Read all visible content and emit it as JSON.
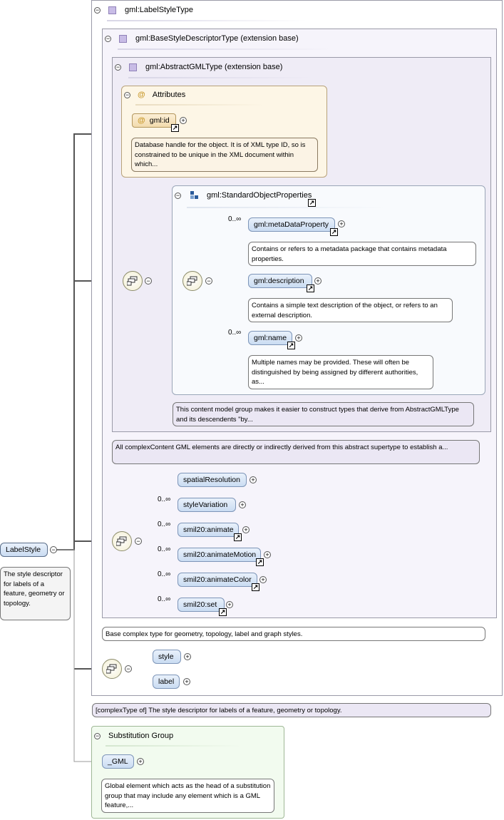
{
  "root": {
    "element_label": "LabelStyle",
    "element_doc": "The style descriptor for labels of a feature, geometry or topology."
  },
  "type_frame": {
    "title": "gml:LabelStyleType",
    "doc": "[complexType of] The style descriptor for labels of a feature, geometry or topology."
  },
  "base_frame": {
    "title": "gml:BaseStyleDescriptorType (extension base)",
    "doc": "Base complex type for geometry, topology, label and graph styles."
  },
  "abstract_frame": {
    "title": "gml:AbstractGMLType (extension base)",
    "doc": "All complexContent GML elements are directly or indirectly derived from this abstract supertype to establish a..."
  },
  "attributes": {
    "title": "Attributes",
    "items": [
      {
        "label": "gml:id",
        "doc": "Database handle for the object. It is of XML type ID, so is constrained to be unique in the XML document within which..."
      }
    ]
  },
  "standard_props": {
    "title": "gml:StandardObjectProperties",
    "doc": "This content model group makes it easier to construct types that derive from AbstractGMLType and its descendents \"by...",
    "items": [
      {
        "label": "gml:metaDataProperty",
        "mult": "0..∞",
        "doc": "Contains or refers to a metadata package that contains metadata properties."
      },
      {
        "label": "gml:description",
        "mult": "",
        "doc": "Contains a simple text description of the object, or refers to an external description."
      },
      {
        "label": "gml:name",
        "mult": "0..∞",
        "doc": "Multiple names may be provided. These will often be distinguished by being assigned by different authorities, as..."
      }
    ]
  },
  "base_sequence": [
    {
      "label": "spatialResolution",
      "mult": ""
    },
    {
      "label": "styleVariation",
      "mult": "0..∞"
    },
    {
      "label": "smil20:animate",
      "mult": "0..∞"
    },
    {
      "label": "smil20:animateMotion",
      "mult": "0..∞"
    },
    {
      "label": "smil20:animateColor",
      "mult": "0..∞"
    },
    {
      "label": "smil20:set",
      "mult": "0..∞"
    }
  ],
  "type_sequence": [
    {
      "label": "style"
    },
    {
      "label": "label"
    }
  ],
  "substitution": {
    "title": "Substitution Group",
    "head": "_GML",
    "doc": "Global element which acts as the head of a substitution group that may include any element which is a GML feature,..."
  },
  "icons": {
    "toggle": "collapse-toggle-icon",
    "type": "complex-type-icon",
    "attribute": "attribute-icon",
    "group": "model-group-icon",
    "sequence": "sequence-compositor-icon",
    "reference": "reference-arrow-icon",
    "expand": "expand-plus-icon"
  },
  "colors": {
    "frame_border": "#9a9aa8",
    "element_fill": "#cadcf2",
    "attribute_fill": "#f2dbad",
    "doc_purple": "#ebe7f4",
    "substitution_fill": "#f2fbef"
  }
}
